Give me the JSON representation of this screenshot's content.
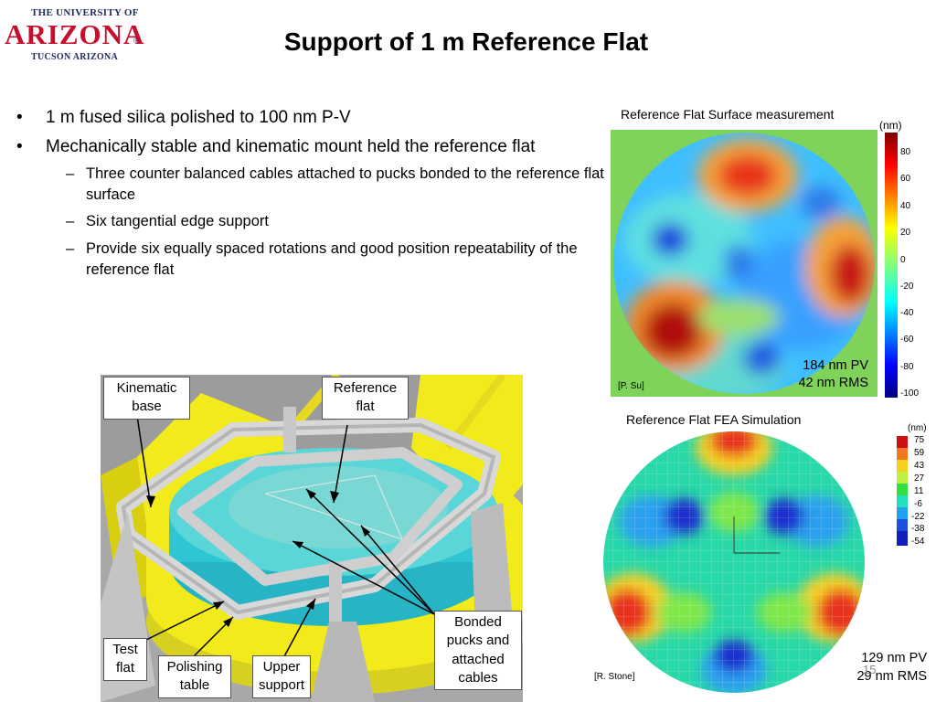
{
  "logo": {
    "line1": "THE UNIVERSITY OF",
    "main": "ARIZONA",
    "line3": "TUCSON ARIZONA"
  },
  "slide": {
    "title": "Support of 1 m Reference Flat",
    "page_number": "15"
  },
  "bullets": [
    {
      "text": "1 m fused silica polished to 100 nm P-V"
    },
    {
      "text": "Mechanically stable and kinematic mount held the reference flat",
      "sub": [
        "Three counter balanced cables attached to pucks bonded to the reference flat surface",
        "Six tangential edge support",
        "Provide six equally spaced rotations and good position repeatability of the reference flat"
      ]
    }
  ],
  "measurement": {
    "caption": "Reference Flat Surface measurement",
    "unit": "(nm)",
    "ticks": [
      "80",
      "60",
      "40",
      "20",
      "0",
      "-20",
      "-40",
      "-60",
      "-80",
      "-100"
    ],
    "pv": "184 nm PV",
    "rms": "42 nm RMS",
    "credit": "[P. Su]"
  },
  "fea": {
    "caption": "Reference Flat FEA Simulation",
    "unit": "(nm)",
    "ticks": [
      "75",
      "59",
      "43",
      "27",
      "11",
      "-6",
      "-22",
      "-38",
      "-54"
    ],
    "pv": "129 nm PV",
    "rms": "29 nm RMS",
    "credit": "[R. Stone]"
  },
  "model": {
    "callouts": {
      "kinematic_base": "Kinematic base",
      "reference_flat": "Reference flat",
      "bonded_pucks": "Bonded pucks and attached cables",
      "test_flat": "Test flat",
      "polishing_table": "Polishing table",
      "upper_support": "Upper support"
    }
  },
  "colors": {
    "logo_red": "#c8102e",
    "logo_navy": "#1d2a5c",
    "background_green": "#7fd35a"
  }
}
